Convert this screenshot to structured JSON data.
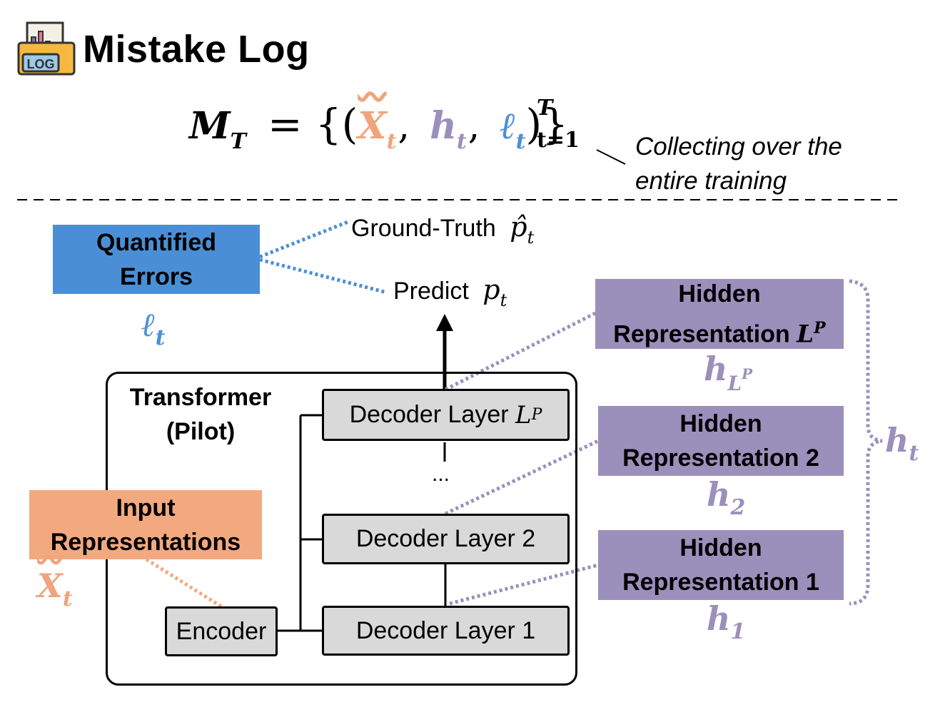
{
  "header": {
    "title": "Mistake Log",
    "icon": "log-folder-icon"
  },
  "equation": {
    "lhs": "M",
    "lhs_sub": "T",
    "eq": "=",
    "x": "X",
    "x_sub": "t",
    "h": "h",
    "h_sub": "t",
    "l": "ℓ",
    "l_sub": "t",
    "upper_limit": "T",
    "lower_limit": "t=1"
  },
  "note": {
    "line1": "Collecting over the",
    "line2": "entire training"
  },
  "errors": {
    "line1": "Quantified",
    "line2": "Errors",
    "symbol": "ℓ",
    "symbol_sub": "t"
  },
  "targets": {
    "ground_truth_label": "Ground-Truth",
    "ground_truth_symbol": "p̂",
    "ground_truth_sub": "t",
    "predict_label": "Predict",
    "predict_symbol": "p",
    "predict_sub": "t"
  },
  "pilot": {
    "line1": "Transformer",
    "line2": "(Pilot)",
    "encoder": "Encoder",
    "layer_top": "Decoder Layer ",
    "layer_top_sym": "L",
    "layer_top_sup": "P",
    "ellipsis": "...",
    "layer2": "Decoder Layer 2",
    "layer1": "Decoder Layer 1"
  },
  "input": {
    "line1": "Input",
    "line2": "Representations",
    "symbol": "X",
    "symbol_sub": "t"
  },
  "hidden": {
    "top_line1": "Hidden",
    "top_line2": "Representation ",
    "top_sym": "L",
    "top_sup": "P",
    "top_h": "h",
    "top_h_sub": "L",
    "top_h_subsup": "P",
    "mid_line1": "Hidden",
    "mid_line2": "Representation 2",
    "mid_h": "h",
    "mid_h_sub": "2",
    "bot_line1": "Hidden",
    "bot_line2": "Representation 1",
    "bot_h": "h",
    "bot_h_sub": "1",
    "group_h": "h",
    "group_h_sub": "t"
  },
  "colors": {
    "blue": "#4a8fd6",
    "orange": "#f2a97f",
    "purple": "#9b8fbc",
    "layer_fill": "#d9d9d9"
  }
}
